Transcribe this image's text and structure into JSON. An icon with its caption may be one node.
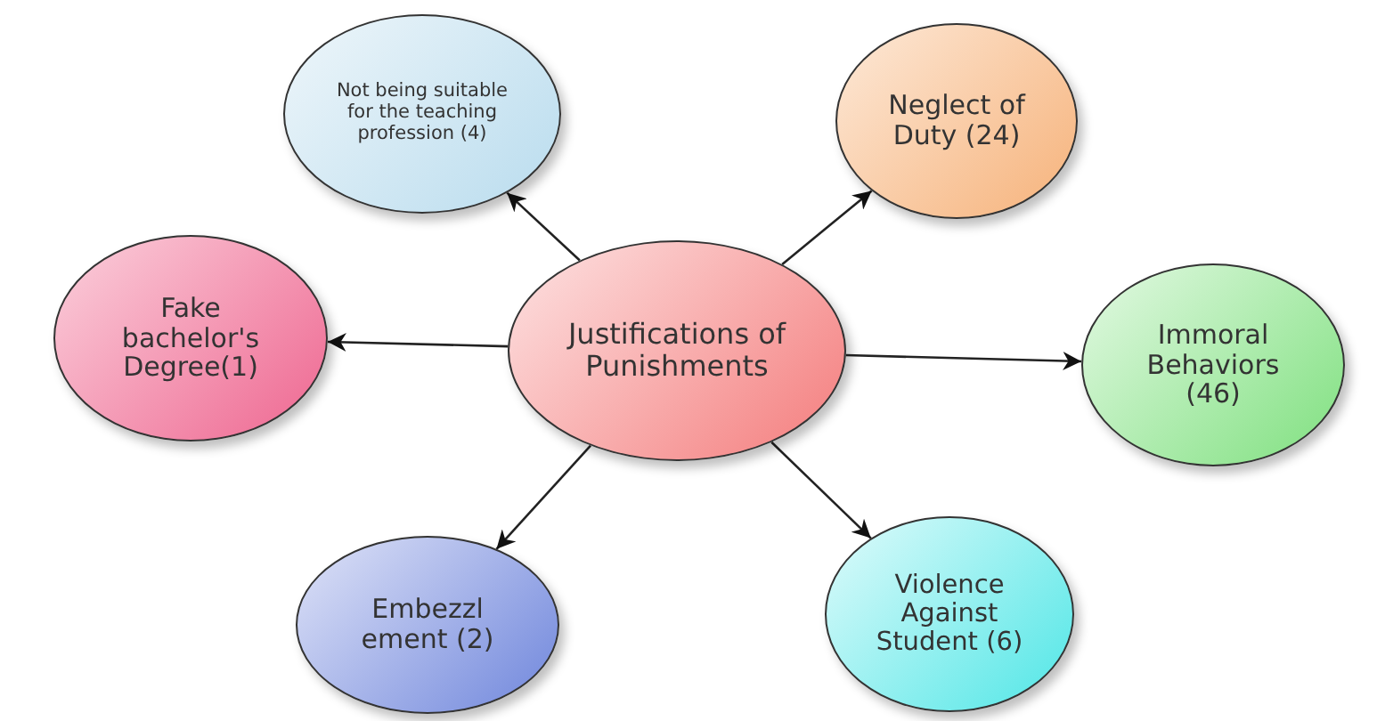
{
  "diagram": {
    "nodes": [
      {
        "text": [
          "Justifications of Punishments"
        ]
      },
      {
        "text": [
          "Not being suitable for the teaching profession (4)"
        ]
      },
      {
        "text": [
          "Neglect of Duty (24)"
        ]
      },
      {
        "text": [
          "Fake bachelor's Degree(1)"
        ]
      },
      {
        "text": [
          "Immoral Behaviors (46)"
        ]
      },
      {
        "text": [
          "Embezzl ement (2)"
        ]
      },
      {
        "text": [
          "Violence Against Student (6)"
        ]
      }
    ],
    "edges": [
      {
        "from": 0,
        "to": 1,
        "arrow": "to"
      },
      {
        "from": 0,
        "to": 2,
        "arrow": "to"
      },
      {
        "from": 0,
        "to": 3,
        "arrow": "to"
      },
      {
        "from": 0,
        "to": 4,
        "arrow": "to"
      },
      {
        "from": 0,
        "to": 5,
        "arrow": "to"
      },
      {
        "from": 0,
        "to": 6,
        "arrow": "to"
      }
    ]
  }
}
